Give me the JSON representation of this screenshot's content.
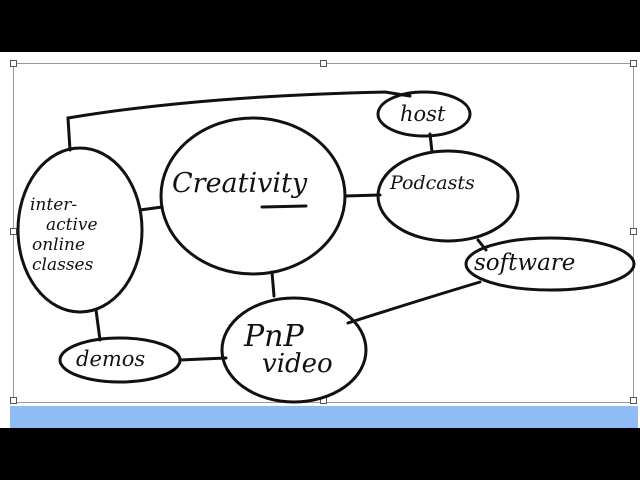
{
  "nodes": {
    "creativity": "Creativity",
    "host": "host",
    "podcasts": "Podcasts",
    "software": "software",
    "pnp_video_line1": "PnP",
    "pnp_video_line2": "video",
    "demos": "demos",
    "classes_line1": "inter-",
    "classes_line2": "active",
    "classes_line3": "online",
    "classes_line4": "classes"
  },
  "colors": {
    "ink": "#111111",
    "background": "#ffffff",
    "letterbox": "#000000",
    "strip": "#8fbcf4"
  }
}
